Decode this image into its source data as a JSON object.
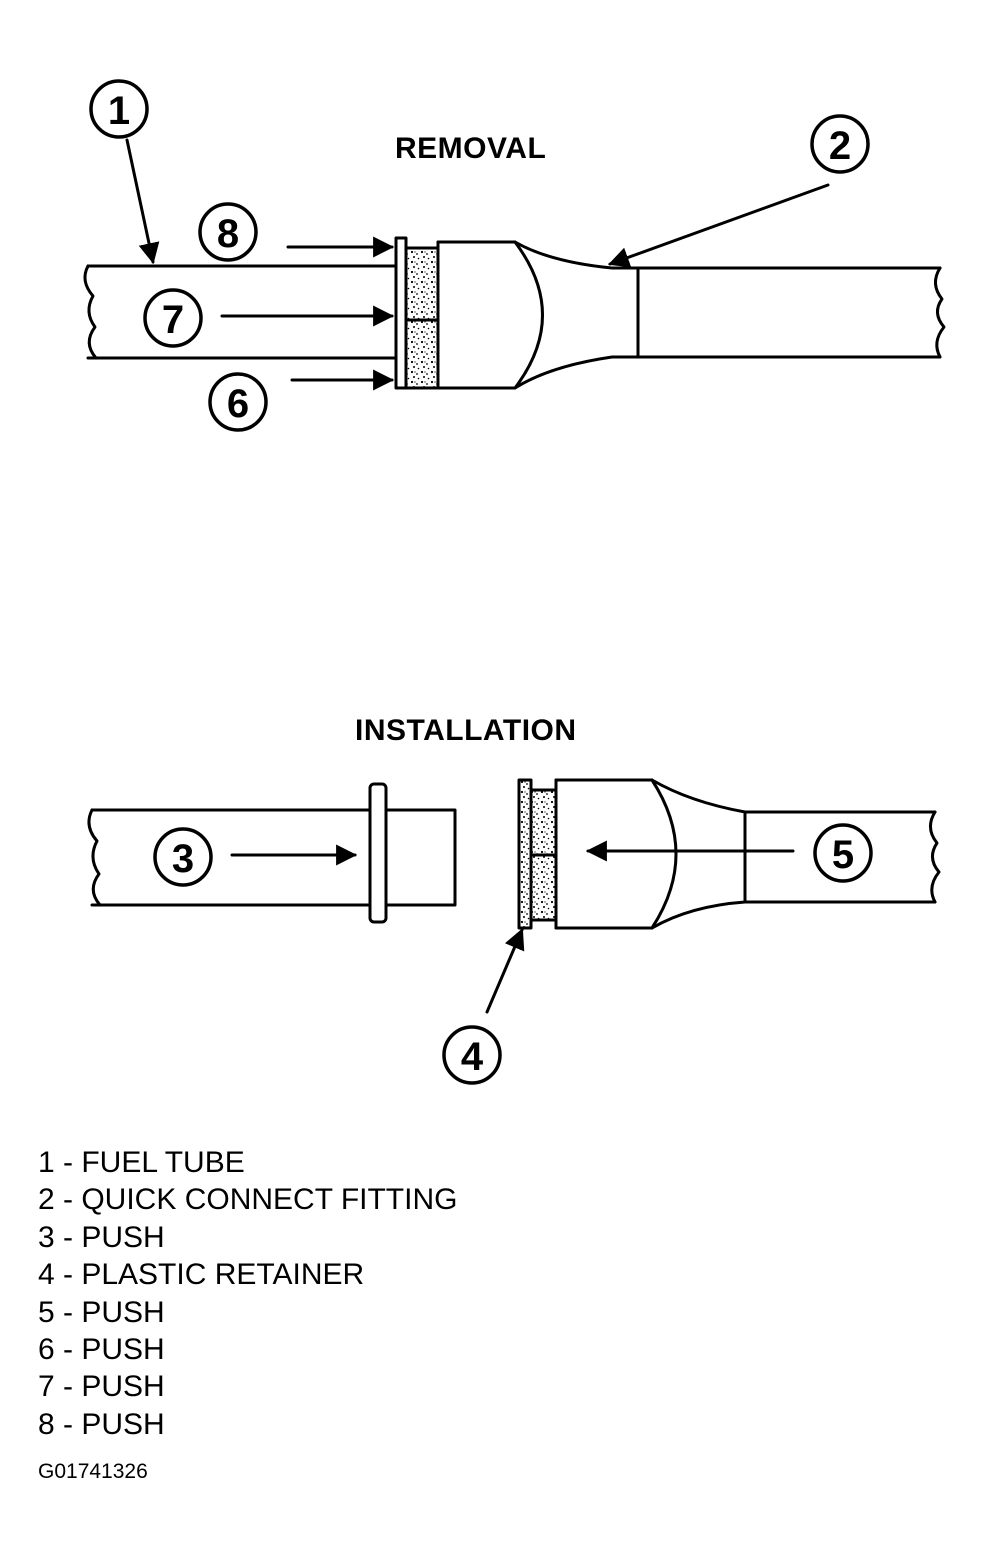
{
  "sections": {
    "removal_title": "REMOVAL",
    "installation_title": "INSTALLATION"
  },
  "callouts": {
    "c1": "1",
    "c2": "2",
    "c3": "3",
    "c4": "4",
    "c5": "5",
    "c6": "6",
    "c7": "7",
    "c8": "8"
  },
  "legend": [
    {
      "text": "1 - FUEL TUBE"
    },
    {
      "text": "2 - QUICK CONNECT FITTING"
    },
    {
      "text": "3 - PUSH"
    },
    {
      "text": "4 - PLASTIC RETAINER"
    },
    {
      "text": "5 - PUSH"
    },
    {
      "text": "6 - PUSH"
    },
    {
      "text": "7 - PUSH"
    },
    {
      "text": "8 - PUSH"
    }
  ],
  "figure_id": "G01741326"
}
